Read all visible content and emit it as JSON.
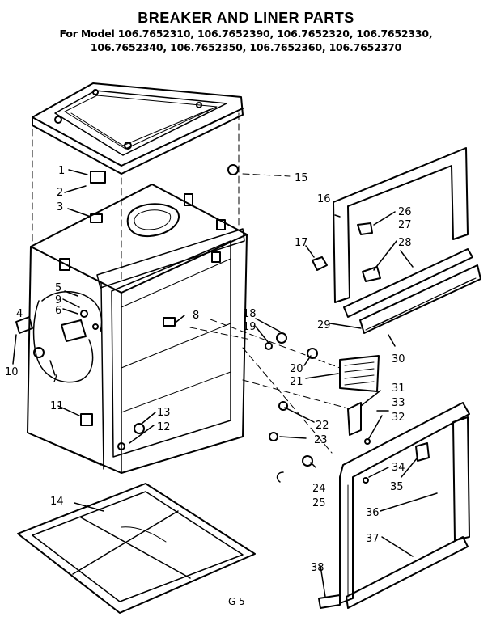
{
  "title": "BREAKER AND LINER PARTS",
  "model_line_1": "For Model 106.7652310, 106.7652390, 106.7652320, 106.7652330,",
  "model_line_2": "106.7652340, 106.7652350, 106.7652360, 106.7652370",
  "page_code": "G 5",
  "callouts": [
    "1",
    "2",
    "3",
    "4",
    "5",
    "6",
    "7",
    "8",
    "9",
    "10",
    "11",
    "12",
    "13",
    "14",
    "15",
    "16",
    "17",
    "18",
    "19",
    "20",
    "21",
    "22",
    "23",
    "24",
    "25",
    "26",
    "27",
    "28",
    "29",
    "30",
    "31",
    "32",
    "33",
    "34",
    "35",
    "36",
    "37",
    "38"
  ]
}
